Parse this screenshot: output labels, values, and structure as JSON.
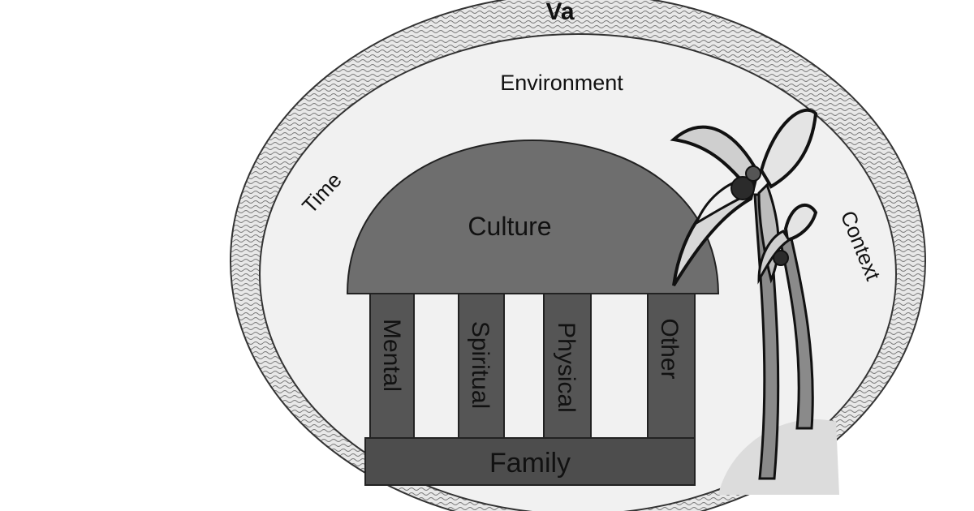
{
  "diagram": {
    "title": "Va",
    "outer_ring": {
      "top_label": "Environment",
      "left_label": "Time",
      "right_label": "Context"
    },
    "dome_label": "Culture",
    "pillars": [
      "Mental",
      "Spiritual",
      "Physical",
      "Other"
    ],
    "foundation_label": "Family",
    "colors": {
      "ring_band": "#e6e6e6",
      "inner_field": "#f1f1f1",
      "dome": "#6e6e6e",
      "pillars": "#555555",
      "foundation": "#4d4d4d",
      "outline": "#222222"
    },
    "decoration": "palm-trees-on-island"
  }
}
